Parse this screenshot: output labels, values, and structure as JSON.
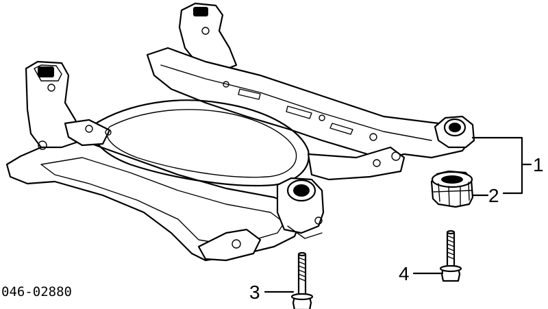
{
  "diagram": {
    "part_code": "046-02880",
    "callouts": [
      {
        "number": "1",
        "part": "subframe-assembly"
      },
      {
        "number": "2",
        "part": "bushing"
      },
      {
        "number": "3",
        "part": "bolt"
      },
      {
        "number": "4",
        "part": "bolt"
      }
    ]
  }
}
